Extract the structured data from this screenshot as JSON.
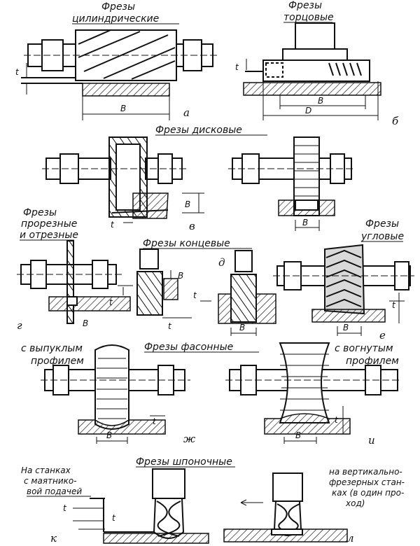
{
  "titles": {
    "cyl_1": "Фрезы",
    "cyl_2": "цилиндрические",
    "face_1": "Фрезы",
    "face_2": "торцовые",
    "disc": "Фрезы дисковые",
    "slot_1": "Фрезы",
    "slot_2": "прорезные",
    "slot_3": "и отрезные",
    "end": "Фрезы концевые",
    "angle_1": "Фрезы",
    "angle_2": "угловые",
    "shaped": "Фрезы фасонные",
    "convex_1": "с выпуклым",
    "convex_2": "профилем",
    "concave_1": "с вогнутым",
    "concave_2": "профилем",
    "keyway": "Фрезы шпоночные"
  },
  "notes": {
    "pendulum_1": "На станках",
    "pendulum_2": "с маятнико-",
    "pendulum_3": "вой подачей",
    "vertical_1": "на вертикально-",
    "vertical_2": "фрезерных стан-",
    "vertical_3": "ках (в один про-",
    "vertical_4": "ход)"
  },
  "letters": {
    "a": "а",
    "b": "б",
    "v": "в",
    "g": "г",
    "d": "д",
    "e": "е",
    "zh": "ж",
    "i": "и",
    "k": "к",
    "l": "л"
  },
  "dims": {
    "B": "В",
    "D": "D",
    "t": "t"
  }
}
